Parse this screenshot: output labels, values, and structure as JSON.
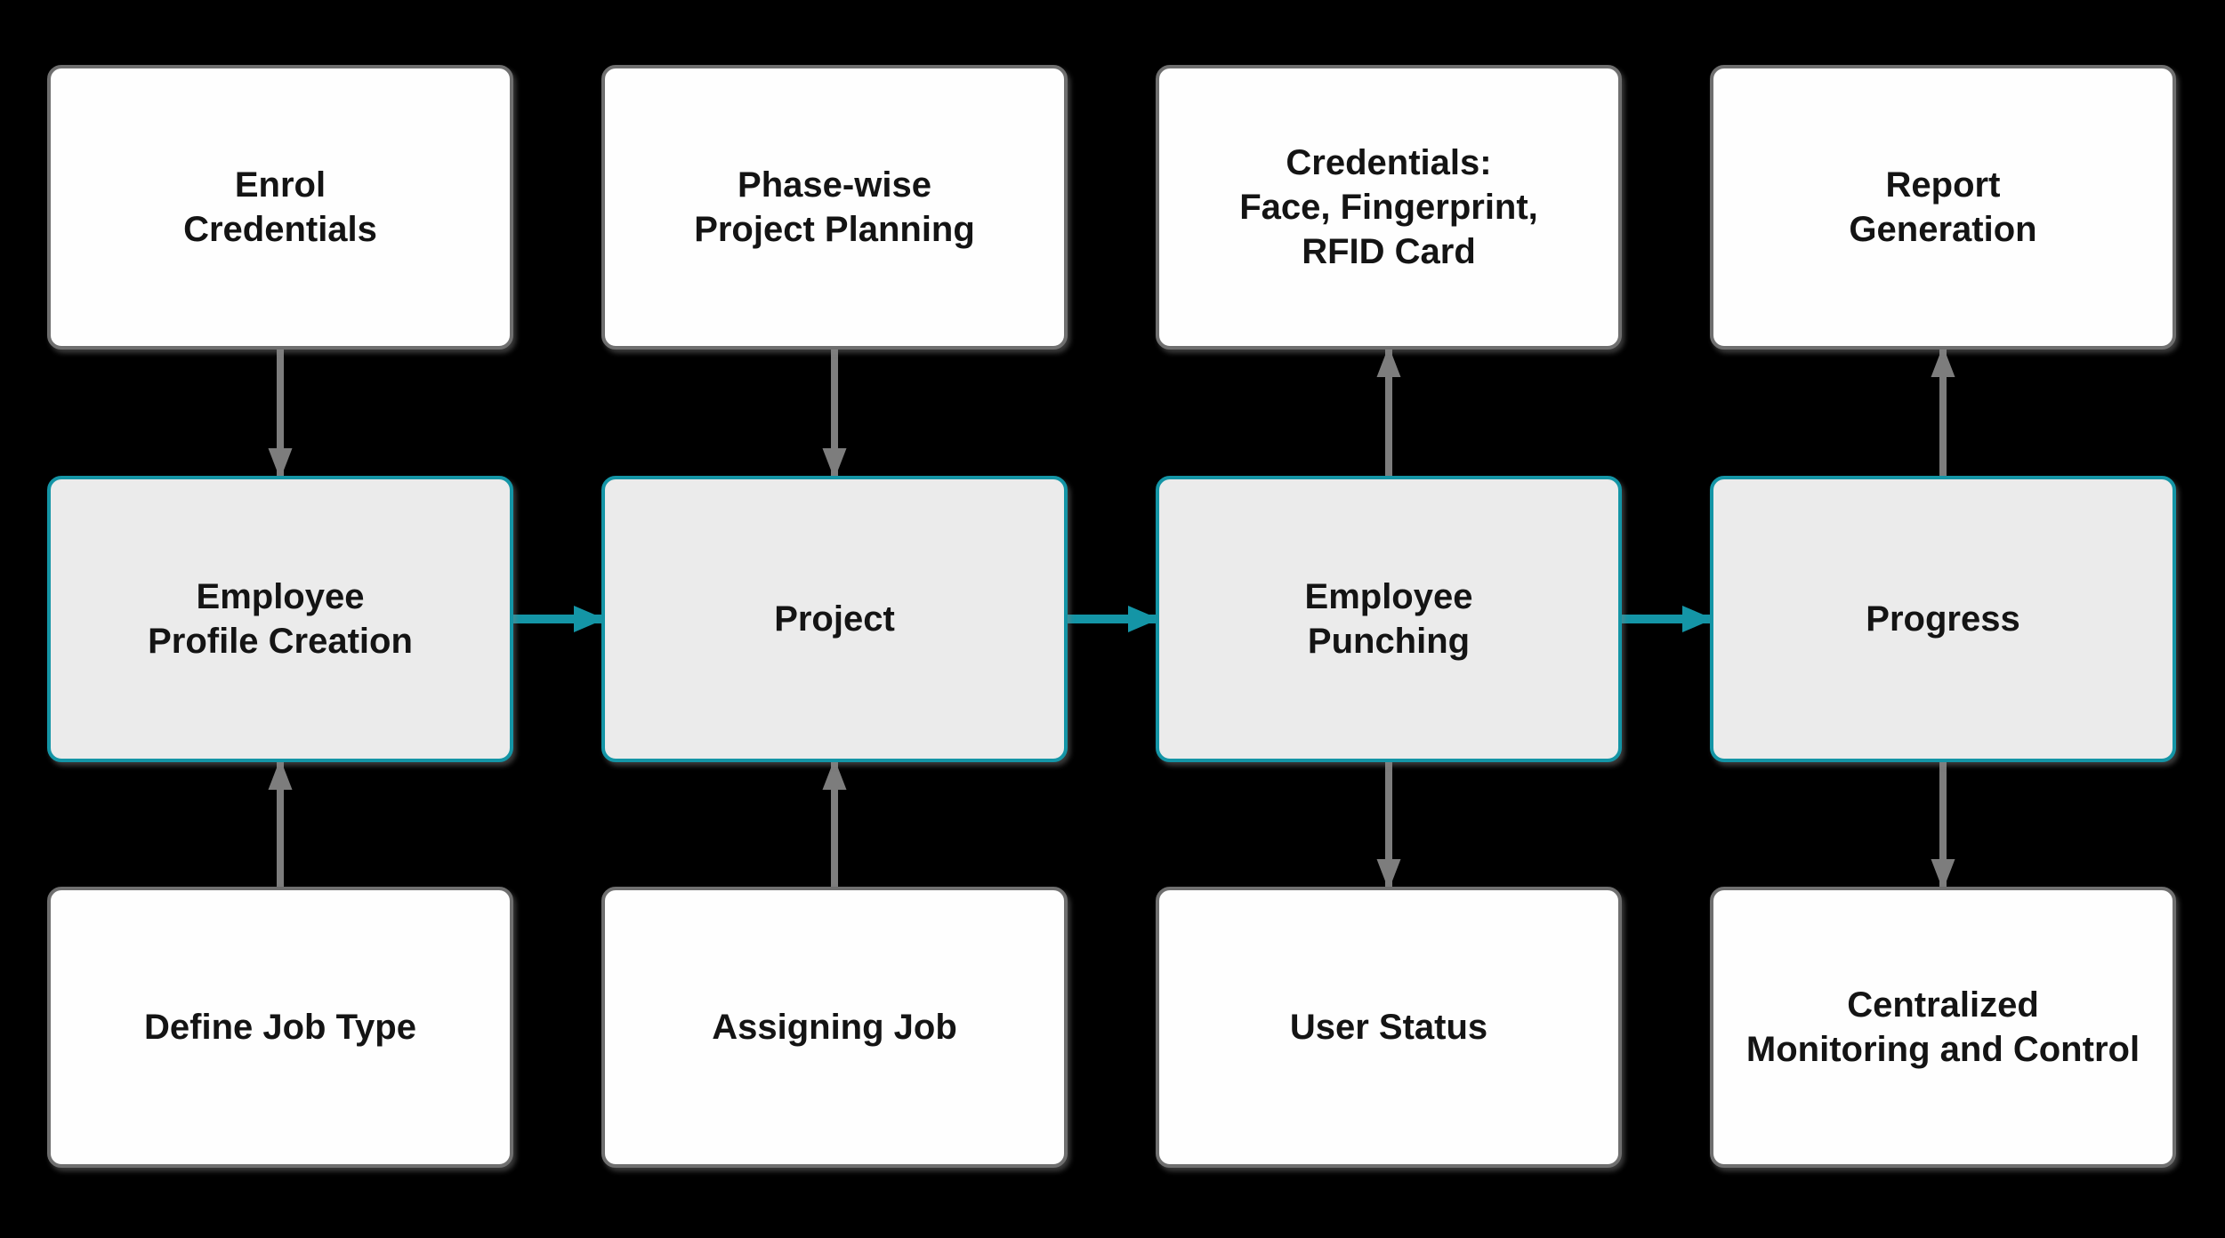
{
  "colors": {
    "background": "#000000",
    "box_fill": "#fefefe",
    "box_border": "#6f6f6f",
    "highlight_fill": "#ebebeb",
    "highlight_border": "#1495a6",
    "arrow_gray": "#7d7d7d",
    "arrow_teal": "#1495a6",
    "text": "#141414"
  },
  "nodes": [
    {
      "id": "enrol-credentials",
      "label": "Enrol\nCredentials",
      "row": 0,
      "col": 0,
      "style": "plain"
    },
    {
      "id": "phase-wise-project-planning",
      "label": "Phase-wise\nProject Planning",
      "row": 0,
      "col": 1,
      "style": "plain"
    },
    {
      "id": "credentials-face-fingerprint-rfid",
      "label": "Credentials:\nFace, Fingerprint,\nRFID Card",
      "row": 0,
      "col": 2,
      "style": "plain"
    },
    {
      "id": "report-generation",
      "label": "Report\nGeneration",
      "row": 0,
      "col": 3,
      "style": "plain"
    },
    {
      "id": "employee-profile-creation",
      "label": "Employee\nProfile Creation",
      "row": 1,
      "col": 0,
      "style": "highlight"
    },
    {
      "id": "project",
      "label": "Project",
      "row": 1,
      "col": 1,
      "style": "highlight"
    },
    {
      "id": "employee-punching",
      "label": "Employee\nPunching",
      "row": 1,
      "col": 2,
      "style": "highlight"
    },
    {
      "id": "progress",
      "label": "Progress",
      "row": 1,
      "col": 3,
      "style": "highlight"
    },
    {
      "id": "define-job-type",
      "label": "Define Job Type",
      "row": 2,
      "col": 0,
      "style": "plain"
    },
    {
      "id": "assigning-job",
      "label": "Assigning Job",
      "row": 2,
      "col": 1,
      "style": "plain"
    },
    {
      "id": "user-status",
      "label": "User Status",
      "row": 2,
      "col": 2,
      "style": "plain"
    },
    {
      "id": "centralized-monitoring-and-control",
      "label": "Centralized\nMonitoring and Control",
      "row": 2,
      "col": 3,
      "style": "plain"
    }
  ],
  "edges": [
    {
      "from": "enrol-credentials",
      "to": "employee-profile-creation",
      "color": "gray"
    },
    {
      "from": "define-job-type",
      "to": "employee-profile-creation",
      "color": "gray"
    },
    {
      "from": "phase-wise-project-planning",
      "to": "project",
      "color": "gray"
    },
    {
      "from": "assigning-job",
      "to": "project",
      "color": "gray"
    },
    {
      "from": "employee-punching",
      "to": "credentials-face-fingerprint-rfid",
      "color": "gray"
    },
    {
      "from": "employee-punching",
      "to": "user-status",
      "color": "gray"
    },
    {
      "from": "progress",
      "to": "report-generation",
      "color": "gray"
    },
    {
      "from": "progress",
      "to": "centralized-monitoring-and-control",
      "color": "gray"
    },
    {
      "from": "employee-profile-creation",
      "to": "project",
      "color": "teal"
    },
    {
      "from": "project",
      "to": "employee-punching",
      "color": "teal"
    },
    {
      "from": "employee-punching",
      "to": "progress",
      "color": "teal"
    }
  ]
}
